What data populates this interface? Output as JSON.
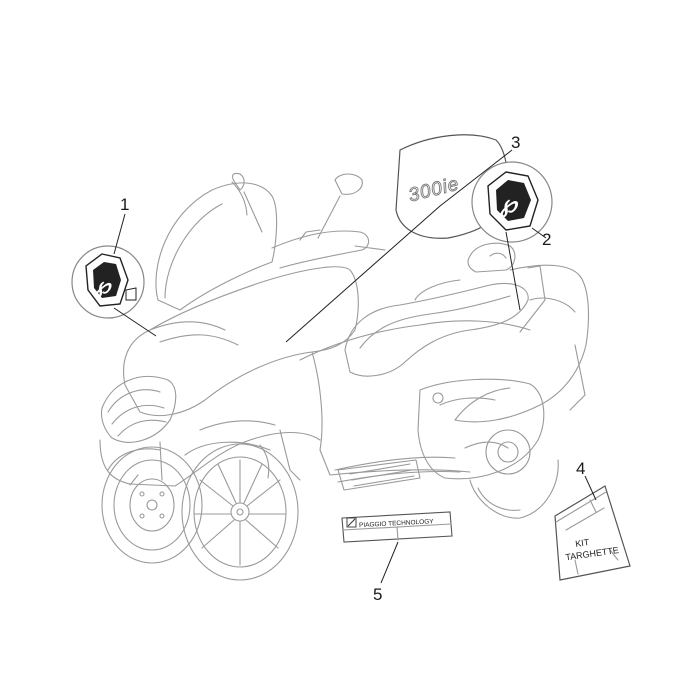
{
  "callouts": [
    {
      "id": "1",
      "label": "1"
    },
    {
      "id": "2",
      "label": "2"
    },
    {
      "id": "3",
      "label": "3"
    },
    {
      "id": "4",
      "label": "4"
    },
    {
      "id": "5",
      "label": "5"
    }
  ],
  "parts": {
    "model_badge": "300ie",
    "kit_line1": "KIT",
    "kit_line2": "TARGHETTE",
    "plate_text": "PIAGGIO TECHNOLOGY"
  }
}
